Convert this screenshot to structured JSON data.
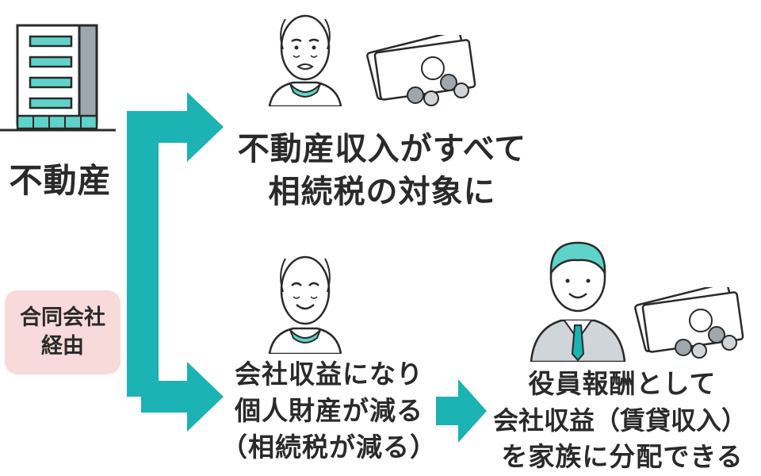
{
  "colors": {
    "accent": "#1bb3b3",
    "badge_bg": "#f9dada",
    "ink": "#2a2a2a",
    "building": "#9ea7ad",
    "window": "#5fd3c9"
  },
  "icons": [
    "building-icon",
    "elderly-man-icon",
    "banknote-coins-icon",
    "young-man-suit-icon"
  ],
  "left": {
    "label": "不動産",
    "badge_line1": "合同会社",
    "badge_line2": "経由"
  },
  "top_result": {
    "line1": "不動産収入がすべて",
    "line2": "相続税の対象に"
  },
  "bottom_result": {
    "line1": "会社収益になり",
    "line2": "個人財産が減る",
    "line3": "（相続税が減る）"
  },
  "family_result": {
    "line1": "役員報酬として",
    "line2": "会社収益（賃貸収入）",
    "line3": "を家族に分配できる"
  }
}
